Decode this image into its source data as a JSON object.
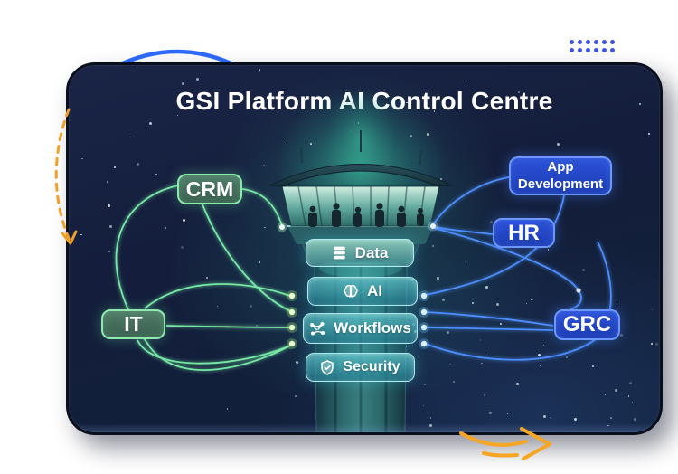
{
  "title": "GSI Platform AI Control Centre",
  "nodes": {
    "crm": {
      "label": "CRM",
      "category": "green"
    },
    "it": {
      "label": "IT",
      "category": "green"
    },
    "app_development": {
      "line1": "App",
      "line2": "Development",
      "category": "blue"
    },
    "hr": {
      "label": "HR",
      "category": "blue"
    },
    "grc": {
      "label": "GRC",
      "category": "blue"
    }
  },
  "tower_modules": [
    {
      "label": "Data",
      "icon": "database-icon"
    },
    {
      "label": "AI",
      "icon": "brain-icon"
    },
    {
      "label": "Workflows",
      "icon": "workflow-icon"
    },
    {
      "label": "Security",
      "icon": "shield-check-icon"
    }
  ],
  "colors": {
    "card_background": "#13203e",
    "green_node_fill": "#3a5f50",
    "green_node_border": "#8fe9ae",
    "green_line": "#78e8a6",
    "blue_node_fill": "#2b51d6",
    "blue_node_border": "#6b97ff",
    "blue_line": "#4f8dff",
    "teal_pill_border": "#bef5fa",
    "orange_accent": "#f5a623",
    "blue_accent": "#2e6bff",
    "title_color": "#ffffff"
  }
}
